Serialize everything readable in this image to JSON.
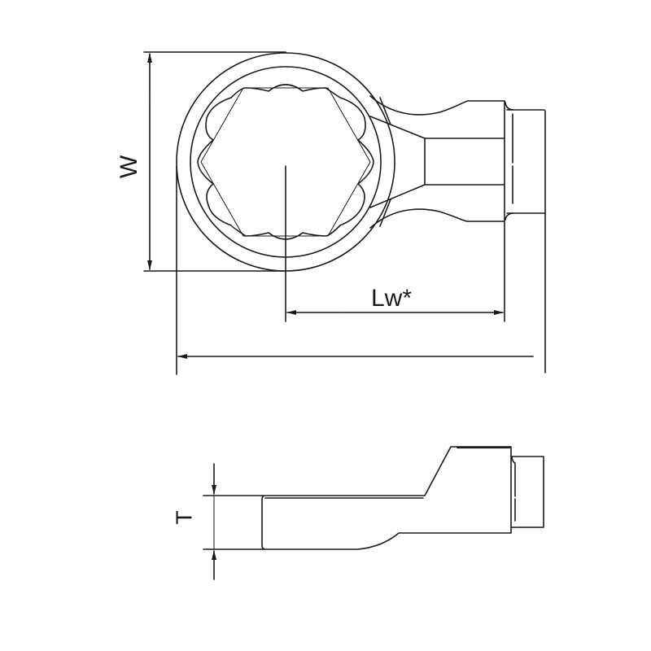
{
  "drawing": {
    "title": "Ring slogging wrench insert - technical drawing",
    "views": [
      "top-view",
      "side-view"
    ],
    "stroke_color": "#1a1a1a",
    "background": "#ffffff"
  },
  "dimensions": {
    "width_label": "W",
    "working_length_label": "Lw*",
    "thickness_label": "T",
    "overall_length_label": ""
  }
}
